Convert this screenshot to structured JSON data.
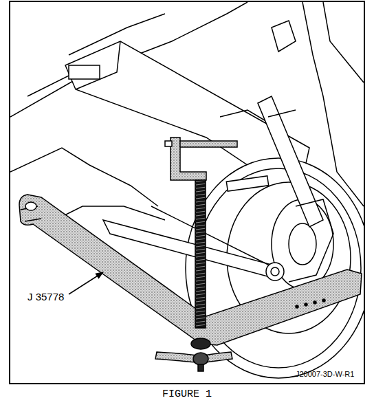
{
  "diagram": {
    "caption": "FIGURE 1",
    "labels": [
      "J 35778",
      "J20007-3D-W-R1"
    ]
  }
}
